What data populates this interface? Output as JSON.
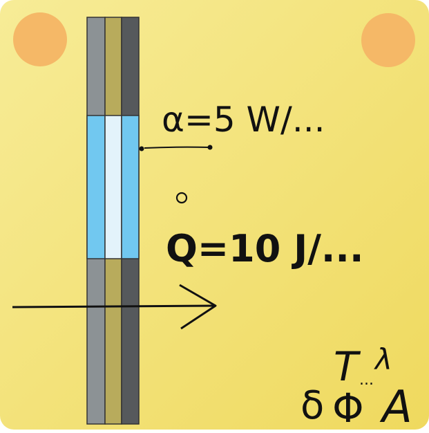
{
  "card": {
    "background_from": "#f7ec97",
    "background_to": "#efd95e",
    "corner_dot_color": "#f5b867"
  },
  "wall": {
    "layer_colors": [
      "#8c9295",
      "#b8ab5c",
      "#56595c"
    ],
    "window_colors": [
      "#71c8f0",
      "#e3f3fb",
      "#71c8f0"
    ]
  },
  "labels": {
    "alpha_label": "α=5 W/...",
    "qdot_label": "Q=10 J/..."
  },
  "symbols": {
    "T": "T",
    "lambda": "λ",
    "delta": "δ",
    "Phi": "Φ",
    "A": "A",
    "dots": "..."
  },
  "icons": {
    "arrow": "right-arrow-icon",
    "dot": "q-dot-icon"
  }
}
